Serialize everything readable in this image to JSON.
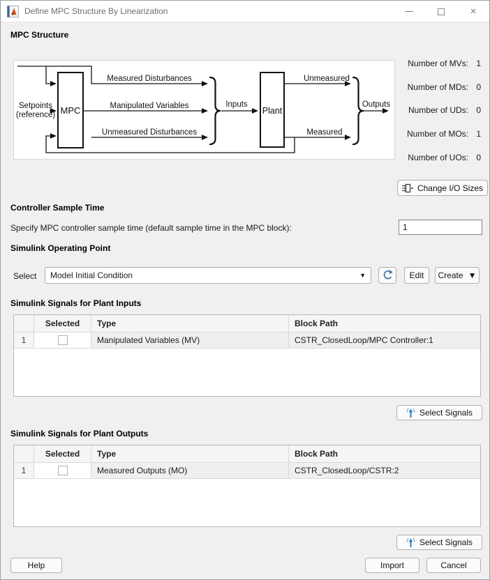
{
  "window": {
    "title": "Define MPC Structure By Linearization"
  },
  "icons": {
    "dropdown_arrow": "▼",
    "close_glyph": "×"
  },
  "structure": {
    "heading": "MPC Structure",
    "diagram": {
      "setpoints_line1": "Setpoints",
      "setpoints_line2": "(reference)",
      "mpc_block": "MPC",
      "plant_block": "Plant",
      "measured_disturbances": "Measured Disturbances",
      "manipulated_variables": "Manipulated Variables",
      "unmeasured_disturbances": "Unmeasured Disturbances",
      "inputs": "Inputs",
      "outputs": "Outputs",
      "unmeasured": "Unmeasured",
      "measured": "Measured"
    },
    "io_counts": [
      {
        "label": "Number of MVs:",
        "value": "1"
      },
      {
        "label": "Number of MDs:",
        "value": "0"
      },
      {
        "label": "Number of UDs:",
        "value": "0"
      },
      {
        "label": "Number of MOs:",
        "value": "1"
      },
      {
        "label": "Number of UOs:",
        "value": "0"
      }
    ],
    "change_io_button": "Change I/O Sizes"
  },
  "sample_time": {
    "heading": "Controller Sample Time",
    "label": "Specify MPC controller sample time (default sample time in the MPC block):",
    "value": "1"
  },
  "operating_point": {
    "heading": "Simulink Operating Point",
    "select_label": "Select",
    "selected_value": "Model Initial Condition",
    "edit_button": "Edit",
    "create_button": "Create"
  },
  "inputs_table": {
    "heading": "Simulink Signals for Plant Inputs",
    "headers": {
      "num": "",
      "selected": "Selected",
      "type": "Type",
      "block_path": "Block Path"
    },
    "rows": [
      {
        "num": "1",
        "type": "Manipulated Variables (MV)",
        "block_path": "CSTR_ClosedLoop/MPC Controller:1"
      }
    ]
  },
  "outputs_table": {
    "heading": "Simulink Signals for Plant Outputs",
    "headers": {
      "num": "",
      "selected": "Selected",
      "type": "Type",
      "block_path": "Block Path"
    },
    "rows": [
      {
        "num": "1",
        "type": "Measured Outputs (MO)",
        "block_path": "CSTR_ClosedLoop/CSTR:2"
      }
    ]
  },
  "buttons": {
    "select_signals": "Select Signals",
    "help": "Help",
    "import": "Import",
    "cancel": "Cancel"
  },
  "colors": {
    "accent_blue": "#2f7fc0",
    "matlab_orange": "#d55c1e",
    "background": "#f0f0f0",
    "stripe": "#efefef"
  }
}
